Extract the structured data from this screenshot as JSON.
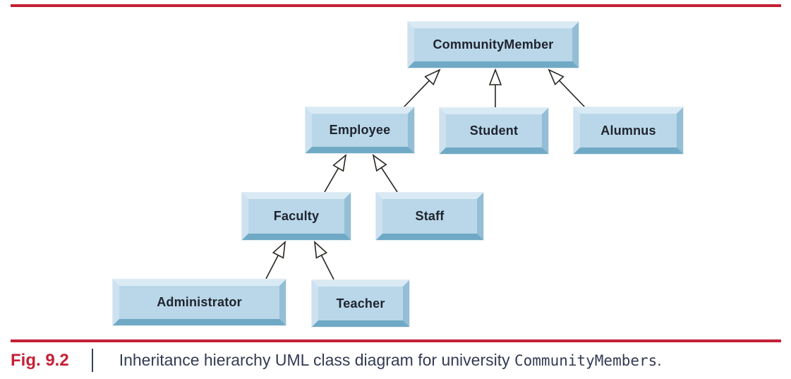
{
  "figure_caption": {
    "label": "Fig. 9.2",
    "separator": "|",
    "text": "Inheritance hierarchy UML class diagram for university ",
    "code_text": "CommunityMembers",
    "period": "."
  },
  "colors": {
    "accent_red": "#c32035",
    "caption_text": "#333b54",
    "box_fill": "#b9d7e8",
    "box_bevel_top": "#d9eaf4",
    "box_bevel_left": "#cde1f0",
    "box_bevel_right": "#93bed6",
    "box_bevel_bottom": "#6fa9c5",
    "box_text": "#20242f",
    "arrow_line": "#29241f"
  },
  "diagram": {
    "type": "uml-class-inheritance-hierarchy",
    "arrow_style": "hollow-triangle-generalization",
    "nodes": [
      {
        "label": "CommunityMember",
        "parent": null
      },
      {
        "label": "Employee",
        "parent": "CommunityMember"
      },
      {
        "label": "Student",
        "parent": "CommunityMember"
      },
      {
        "label": "Alumnus",
        "parent": "CommunityMember"
      },
      {
        "label": "Faculty",
        "parent": "Employee"
      },
      {
        "label": "Staff",
        "parent": "Employee"
      },
      {
        "label": "Administrator",
        "parent": "Faculty"
      },
      {
        "label": "Teacher",
        "parent": "Faculty"
      }
    ]
  }
}
